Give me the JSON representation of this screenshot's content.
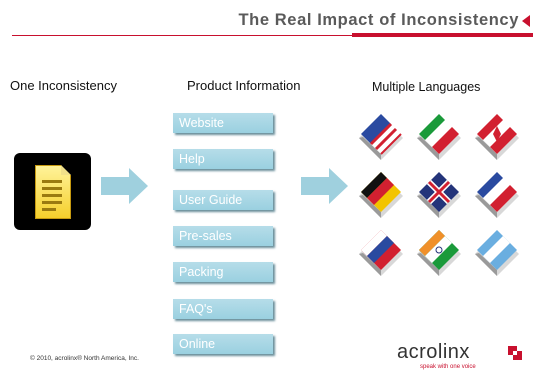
{
  "slide": {
    "title": "The Real Impact of Inconsistency",
    "columns": [
      "One Inconsistency",
      "Product Information",
      "Multiple Languages"
    ],
    "product_items": [
      "Website",
      "Help",
      "User Guide",
      "Pre-sales",
      "Packing",
      "FAQ's",
      "Online"
    ],
    "language_flags": [
      "us-flag-book-icon",
      "italy-flag-book-icon",
      "canada-flag-book-icon",
      "germany-flag-book-icon",
      "uk-flag-book-icon",
      "france-flag-book-icon",
      "russia-flag-book-icon",
      "india-flag-book-icon",
      "argentina-flag-book-icon"
    ],
    "footer": "© 2010, acrolinx® North America, Inc.",
    "logo": {
      "name": "acrolinx",
      "tagline": "speak with one voice"
    },
    "colors": {
      "accent": "#c8102e",
      "button": "#a8d6e4",
      "arrow": "#9fd0de",
      "title": "#5a5a5a"
    }
  }
}
